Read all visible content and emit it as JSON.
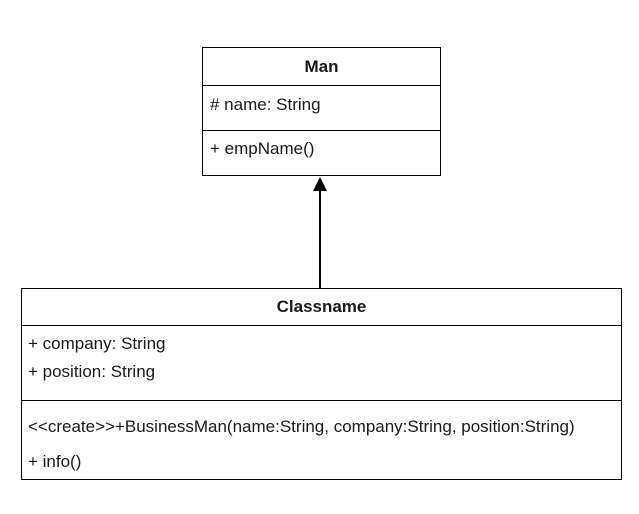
{
  "diagram": {
    "type": "uml-class-diagram",
    "background": "#ffffff",
    "colors": {
      "stroke": "#000000",
      "text": "#1a1a1a",
      "fill": "#ffffff"
    },
    "classes": [
      {
        "name": "Man",
        "attributes": [
          "# name: String"
        ],
        "methods": [
          "+ empName()"
        ]
      },
      {
        "name": "Classname",
        "attributes": [
          "+ company: String",
          "+ position: String"
        ],
        "methods": [
          "<<create>>+BusinessMan(name:String, company:String, position:String)",
          "+ info()"
        ]
      }
    ],
    "relationships": [
      {
        "from": "Classname",
        "to": "Man",
        "type": "directed-association",
        "arrowhead": "filled-triangle",
        "direction": "up"
      }
    ]
  }
}
